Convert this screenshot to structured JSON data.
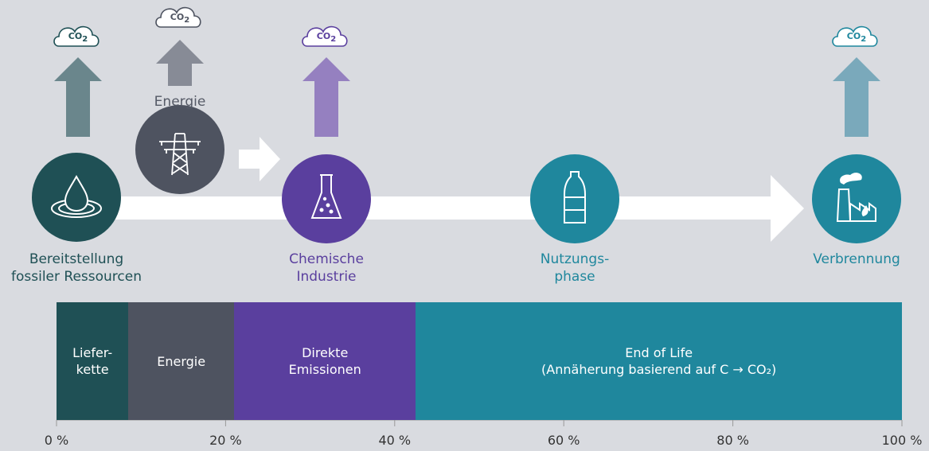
{
  "colors": {
    "background": "#d9dbe0",
    "supply_chain": "#1f5055",
    "energy": "#4e5360",
    "direct": "#5a3f9e",
    "end_of_life": "#1f879d",
    "arrow_fossil": "#6a868c",
    "arrow_energy": "#878b96",
    "arrow_chemical": "#9580c0",
    "arrow_eol": "#7aa9bb"
  },
  "clouds": {
    "label_main": "CO",
    "label_sub": "2"
  },
  "stages": {
    "fossil": {
      "label": "Bereitstellung\nfossiler Ressourcen",
      "icon": "oil-drop-icon"
    },
    "energy": {
      "label": "Energie",
      "icon": "power-pylon-icon"
    },
    "chemical": {
      "label": "Chemische\nIndustrie",
      "icon": "flask-icon"
    },
    "use": {
      "label": "Nutzungs-\nphase",
      "icon": "bottle-icon"
    },
    "incineration": {
      "label": "Verbrennung",
      "icon": "factory-icon"
    }
  },
  "chart_data": {
    "type": "bar",
    "stacked": true,
    "orientation": "horizontal",
    "categories": [
      "Liefer-\nkette",
      "Energie",
      "Direkte\nEmissionen",
      "End of Life\n(Annäherung basierend auf C → CO₂)"
    ],
    "values": [
      8.5,
      12.5,
      21.5,
      57.5
    ],
    "series": [
      {
        "name": "Liefer-\nkette",
        "value": 8.5
      },
      {
        "name": "Energie",
        "value": 12.5
      },
      {
        "name": "Direkte\nEmissionen",
        "value": 21.5
      },
      {
        "name": "End of Life\n(Annäherung basierend auf C → CO₂)",
        "value": 57.5
      }
    ],
    "xlim": [
      0,
      100
    ],
    "ticks": [
      "0 %",
      "20 %",
      "40 %",
      "60 %",
      "80 %",
      "100 %"
    ],
    "tick_values": [
      0,
      20,
      40,
      60,
      80,
      100
    ]
  }
}
